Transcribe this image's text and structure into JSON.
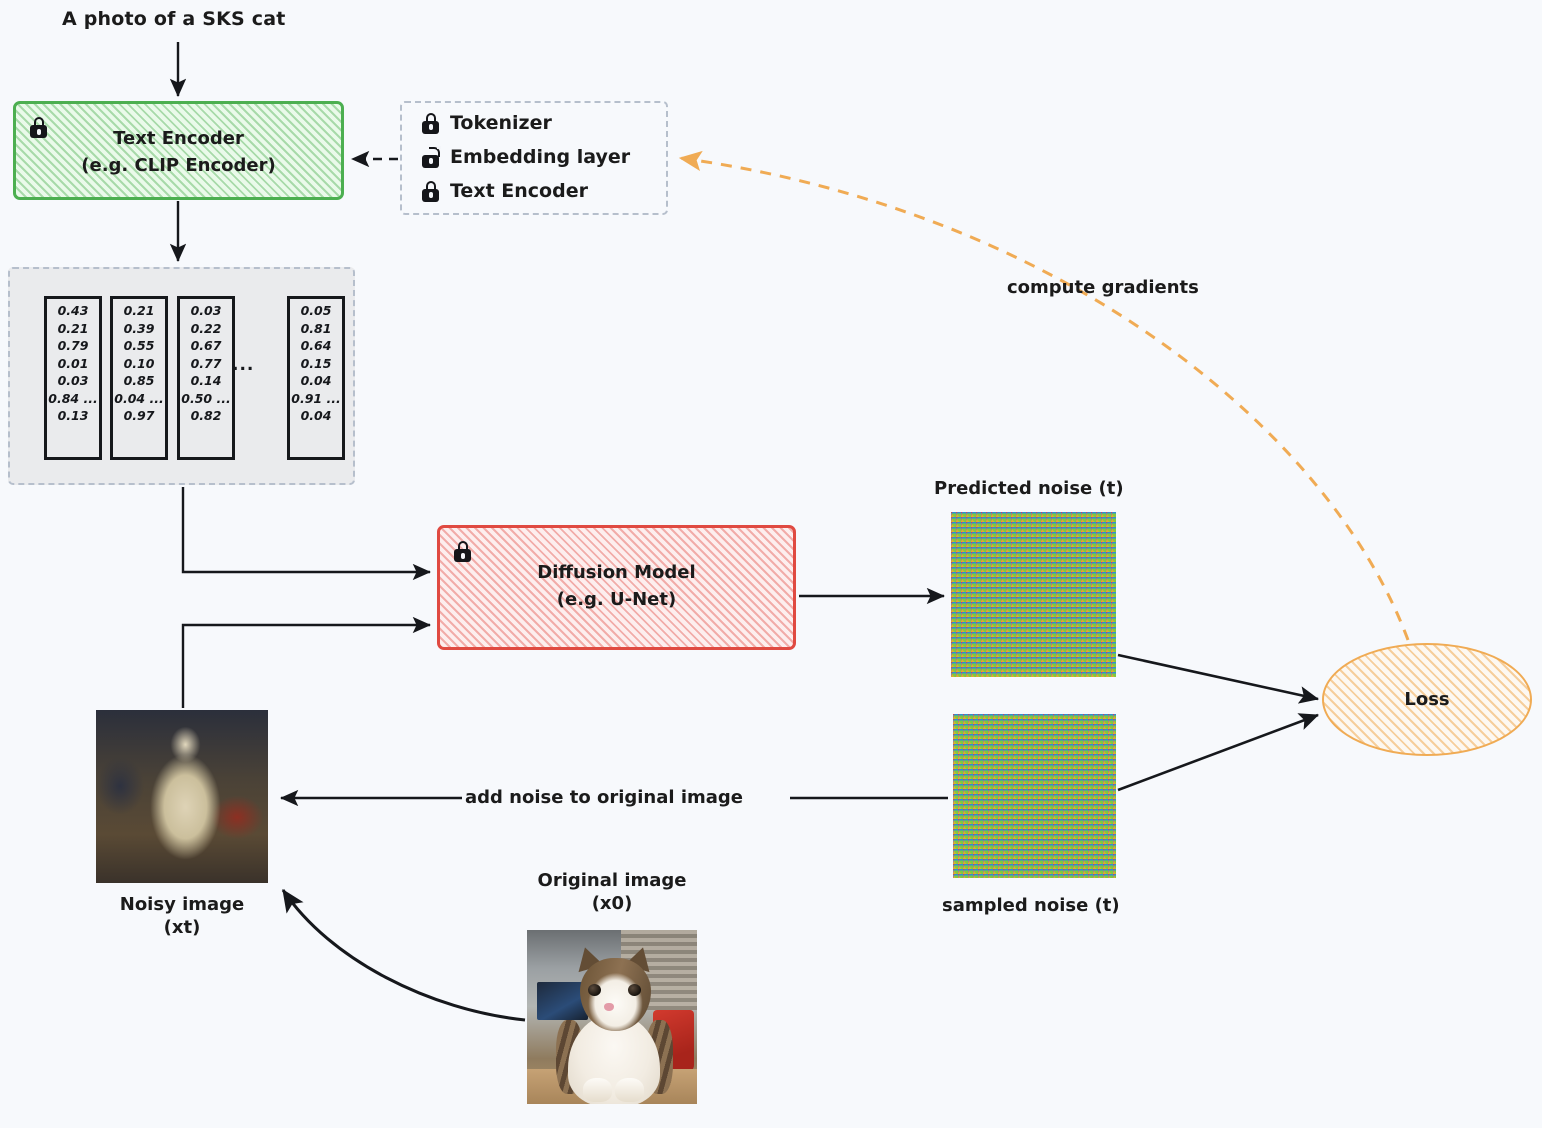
{
  "diagram": {
    "title_prompt": "A photo of a SKS cat",
    "background_color": "#f7f9fc"
  },
  "text_encoder": {
    "line1": "Text Encoder",
    "line2": "(e.g. CLIP Encoder)",
    "border_color": "#4caf50",
    "lock_state": "locked"
  },
  "legend": {
    "items": [
      {
        "label": "Tokenizer",
        "lock": "locked"
      },
      {
        "label": "Embedding layer",
        "lock": "unlocked"
      },
      {
        "label": "Text Encoder",
        "lock": "locked"
      }
    ]
  },
  "embeddings": {
    "ellipsis": "...",
    "vectors": [
      {
        "values": "0.43\n0.21\n0.79\n0.01\n0.03\n0.84\n...\n0.13"
      },
      {
        "values": "0.21\n0.39\n0.55\n0.10\n0.85\n0.04\n...\n0.97"
      },
      {
        "values": "0.03\n0.22\n0.67\n0.77\n0.14\n0.50\n...\n0.82"
      },
      {
        "values": "0.05\n0.81\n0.64\n0.15\n0.04\n0.91\n...\n0.04"
      }
    ]
  },
  "diffusion_model": {
    "line1": "Diffusion Model",
    "line2": "(e.g. U-Net)",
    "border_color": "#e04a41",
    "lock_state": "locked"
  },
  "images": {
    "predicted_noise_label": "Predicted noise (t)",
    "sampled_noise_label": "sampled noise (t)",
    "noisy_image_label": "Noisy image\n(xt)",
    "original_image_label": "Original image\n(x0)"
  },
  "edges": {
    "add_noise_label": "add noise to original image",
    "compute_gradients_label": "compute gradients",
    "gradient_color": "#f0ab54"
  },
  "loss": {
    "label": "Loss",
    "border_color": "#f0ab54"
  }
}
